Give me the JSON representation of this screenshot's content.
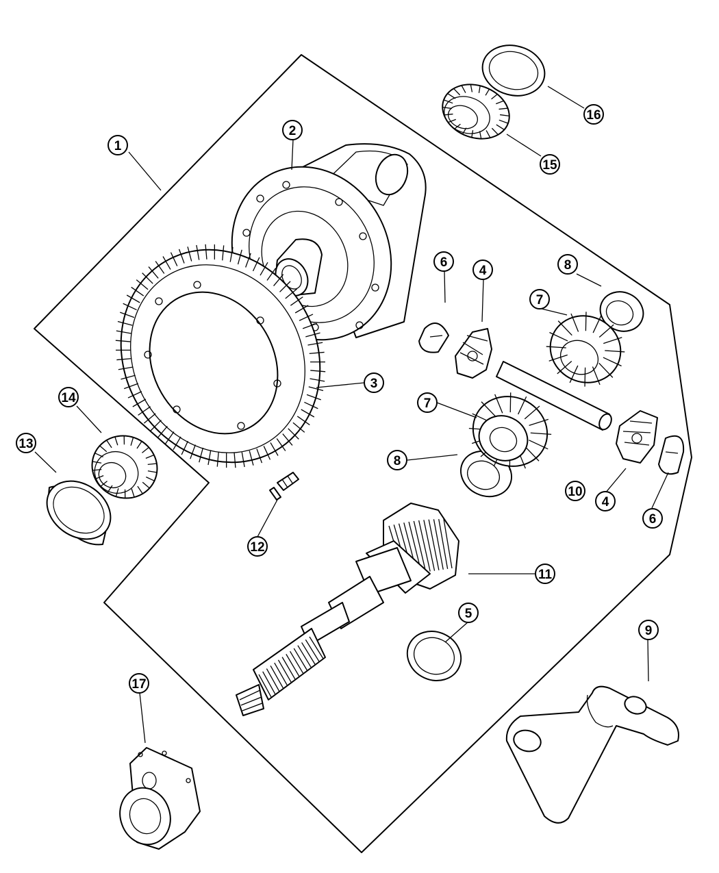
{
  "diagram": {
    "callouts": [
      {
        "id": "callout-1",
        "text": "1"
      },
      {
        "id": "callout-2",
        "text": "2"
      },
      {
        "id": "callout-3",
        "text": "3"
      },
      {
        "id": "callout-4a",
        "text": "4"
      },
      {
        "id": "callout-4b",
        "text": "4"
      },
      {
        "id": "callout-5",
        "text": "5"
      },
      {
        "id": "callout-6a",
        "text": "6"
      },
      {
        "id": "callout-6b",
        "text": "6"
      },
      {
        "id": "callout-7a",
        "text": "7"
      },
      {
        "id": "callout-7b",
        "text": "7"
      },
      {
        "id": "callout-8a",
        "text": "8"
      },
      {
        "id": "callout-8b",
        "text": "8"
      },
      {
        "id": "callout-9",
        "text": "9"
      },
      {
        "id": "callout-10",
        "text": "10"
      },
      {
        "id": "callout-11",
        "text": "11"
      },
      {
        "id": "callout-12",
        "text": "12"
      },
      {
        "id": "callout-13",
        "text": "13"
      },
      {
        "id": "callout-14",
        "text": "14"
      },
      {
        "id": "callout-15",
        "text": "15"
      },
      {
        "id": "callout-16",
        "text": "16"
      },
      {
        "id": "callout-17",
        "text": "17"
      }
    ]
  }
}
